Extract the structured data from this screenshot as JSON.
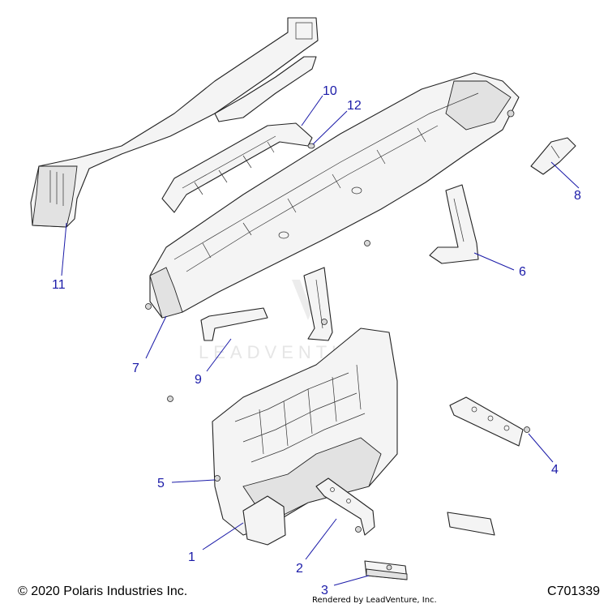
{
  "callouts": [
    {
      "id": "1",
      "label": "1"
    },
    {
      "id": "2",
      "label": "2"
    },
    {
      "id": "3",
      "label": "3"
    },
    {
      "id": "4",
      "label": "4"
    },
    {
      "id": "5",
      "label": "5"
    },
    {
      "id": "6",
      "label": "6"
    },
    {
      "id": "7",
      "label": "7"
    },
    {
      "id": "8",
      "label": "8"
    },
    {
      "id": "9",
      "label": "9"
    },
    {
      "id": "10",
      "label": "10"
    },
    {
      "id": "11",
      "label": "11"
    },
    {
      "id": "12",
      "label": "12"
    }
  ],
  "watermark": "LEADVENTURE",
  "footer": {
    "copyright": "© 2020 Polaris Industries Inc.",
    "diagram_id": "C701339",
    "rendered_by": "Rendered by LeadVenture, Inc."
  },
  "colors": {
    "callout": "#1a1aa8",
    "outline": "#222222",
    "part_fill": "#f4f4f4"
  }
}
